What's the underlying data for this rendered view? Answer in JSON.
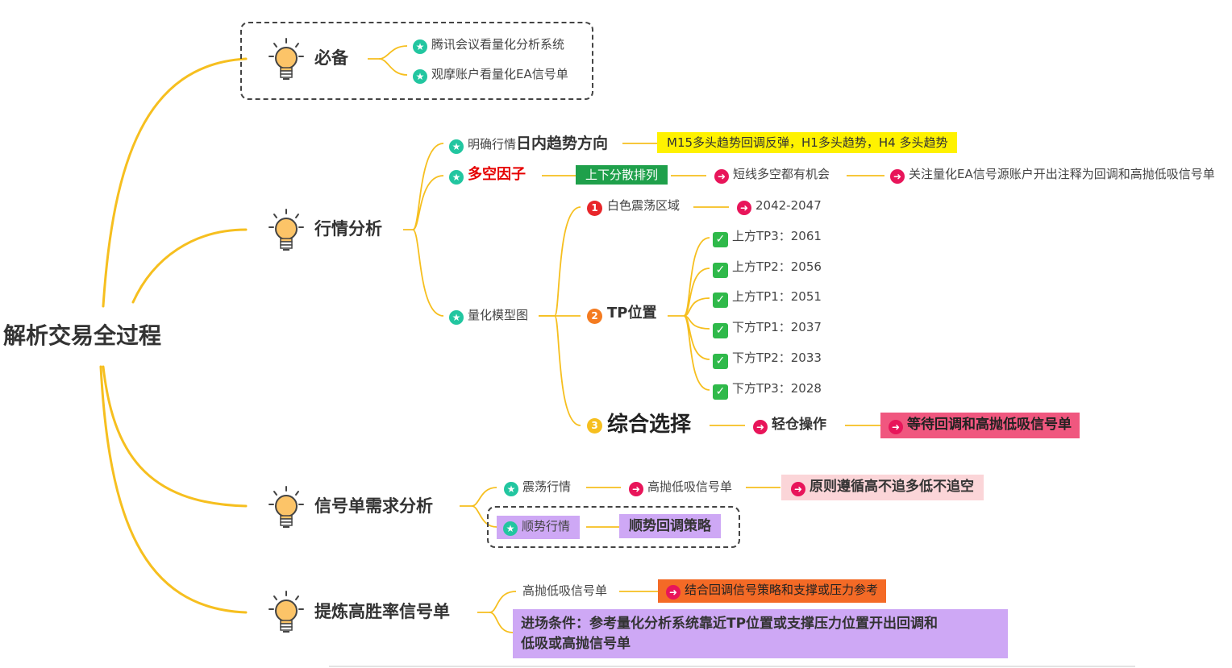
{
  "root": "解析交易全过程",
  "bibei": {
    "title": "必备",
    "items": [
      "腾讯会议看量化分析系统",
      "观摩账户看量化EA信号单"
    ]
  },
  "hangqing": {
    "title": "行情分析",
    "trend_prefix": "明确行情",
    "trend_bold": "日内趋势方向",
    "trend_value": "M15多头趋势回调反弹，H1多头趋势，H4 多头趋势",
    "factor": "多空因子",
    "factor_tag": "上下分散排列",
    "factor_next": "短线多空都有机会",
    "factor_final": "关注量化EA信号源账户开出注释为回调和高抛低吸信号单",
    "model": "量化模型图",
    "m1_num": "1",
    "m1_label": "白色震荡区域",
    "m1_value": "2042-2047",
    "m2_num": "2",
    "m2_label": "TP位置",
    "tp": [
      "上方TP3：2061",
      "上方TP2：2056",
      "上方TP1：2051",
      "下方TP1：2037",
      "下方TP2：2033",
      "下方TP3：2028"
    ],
    "m3_num": "3",
    "m3_label": "综合选择",
    "m3_action": "轻仓操作",
    "m3_result": "等待回调和高抛低吸信号单"
  },
  "xinhao": {
    "title": "信号单需求分析",
    "zd": "震荡行情",
    "zd_next": "高抛低吸信号单",
    "zd_final": "原则遵循高不追多低不追空",
    "ss": "顺势行情",
    "ss_next": "顺势回调策略"
  },
  "tilian": {
    "title": "提炼高胜率信号单",
    "item1": "高抛低吸信号单",
    "item1_next": "结合回调信号策略和支撑或压力参考",
    "item2_line1": "进场条件：参考量化分析系统靠近TP位置或支撑压力位置开出回调和",
    "item2_line2": "低吸或高抛信号单"
  },
  "colors": {
    "branch": "#f6bf1f",
    "star": "#22c6a0",
    "arrow": "#e8155a",
    "yellow_box": "#fff200",
    "green_box": "#1fa04b",
    "pink_box": "#f0577f",
    "light_pink_box": "#fbd5d8",
    "purple_box": "#cea8f5",
    "orange_box": "#f46a26",
    "red_text": "#e60000"
  }
}
